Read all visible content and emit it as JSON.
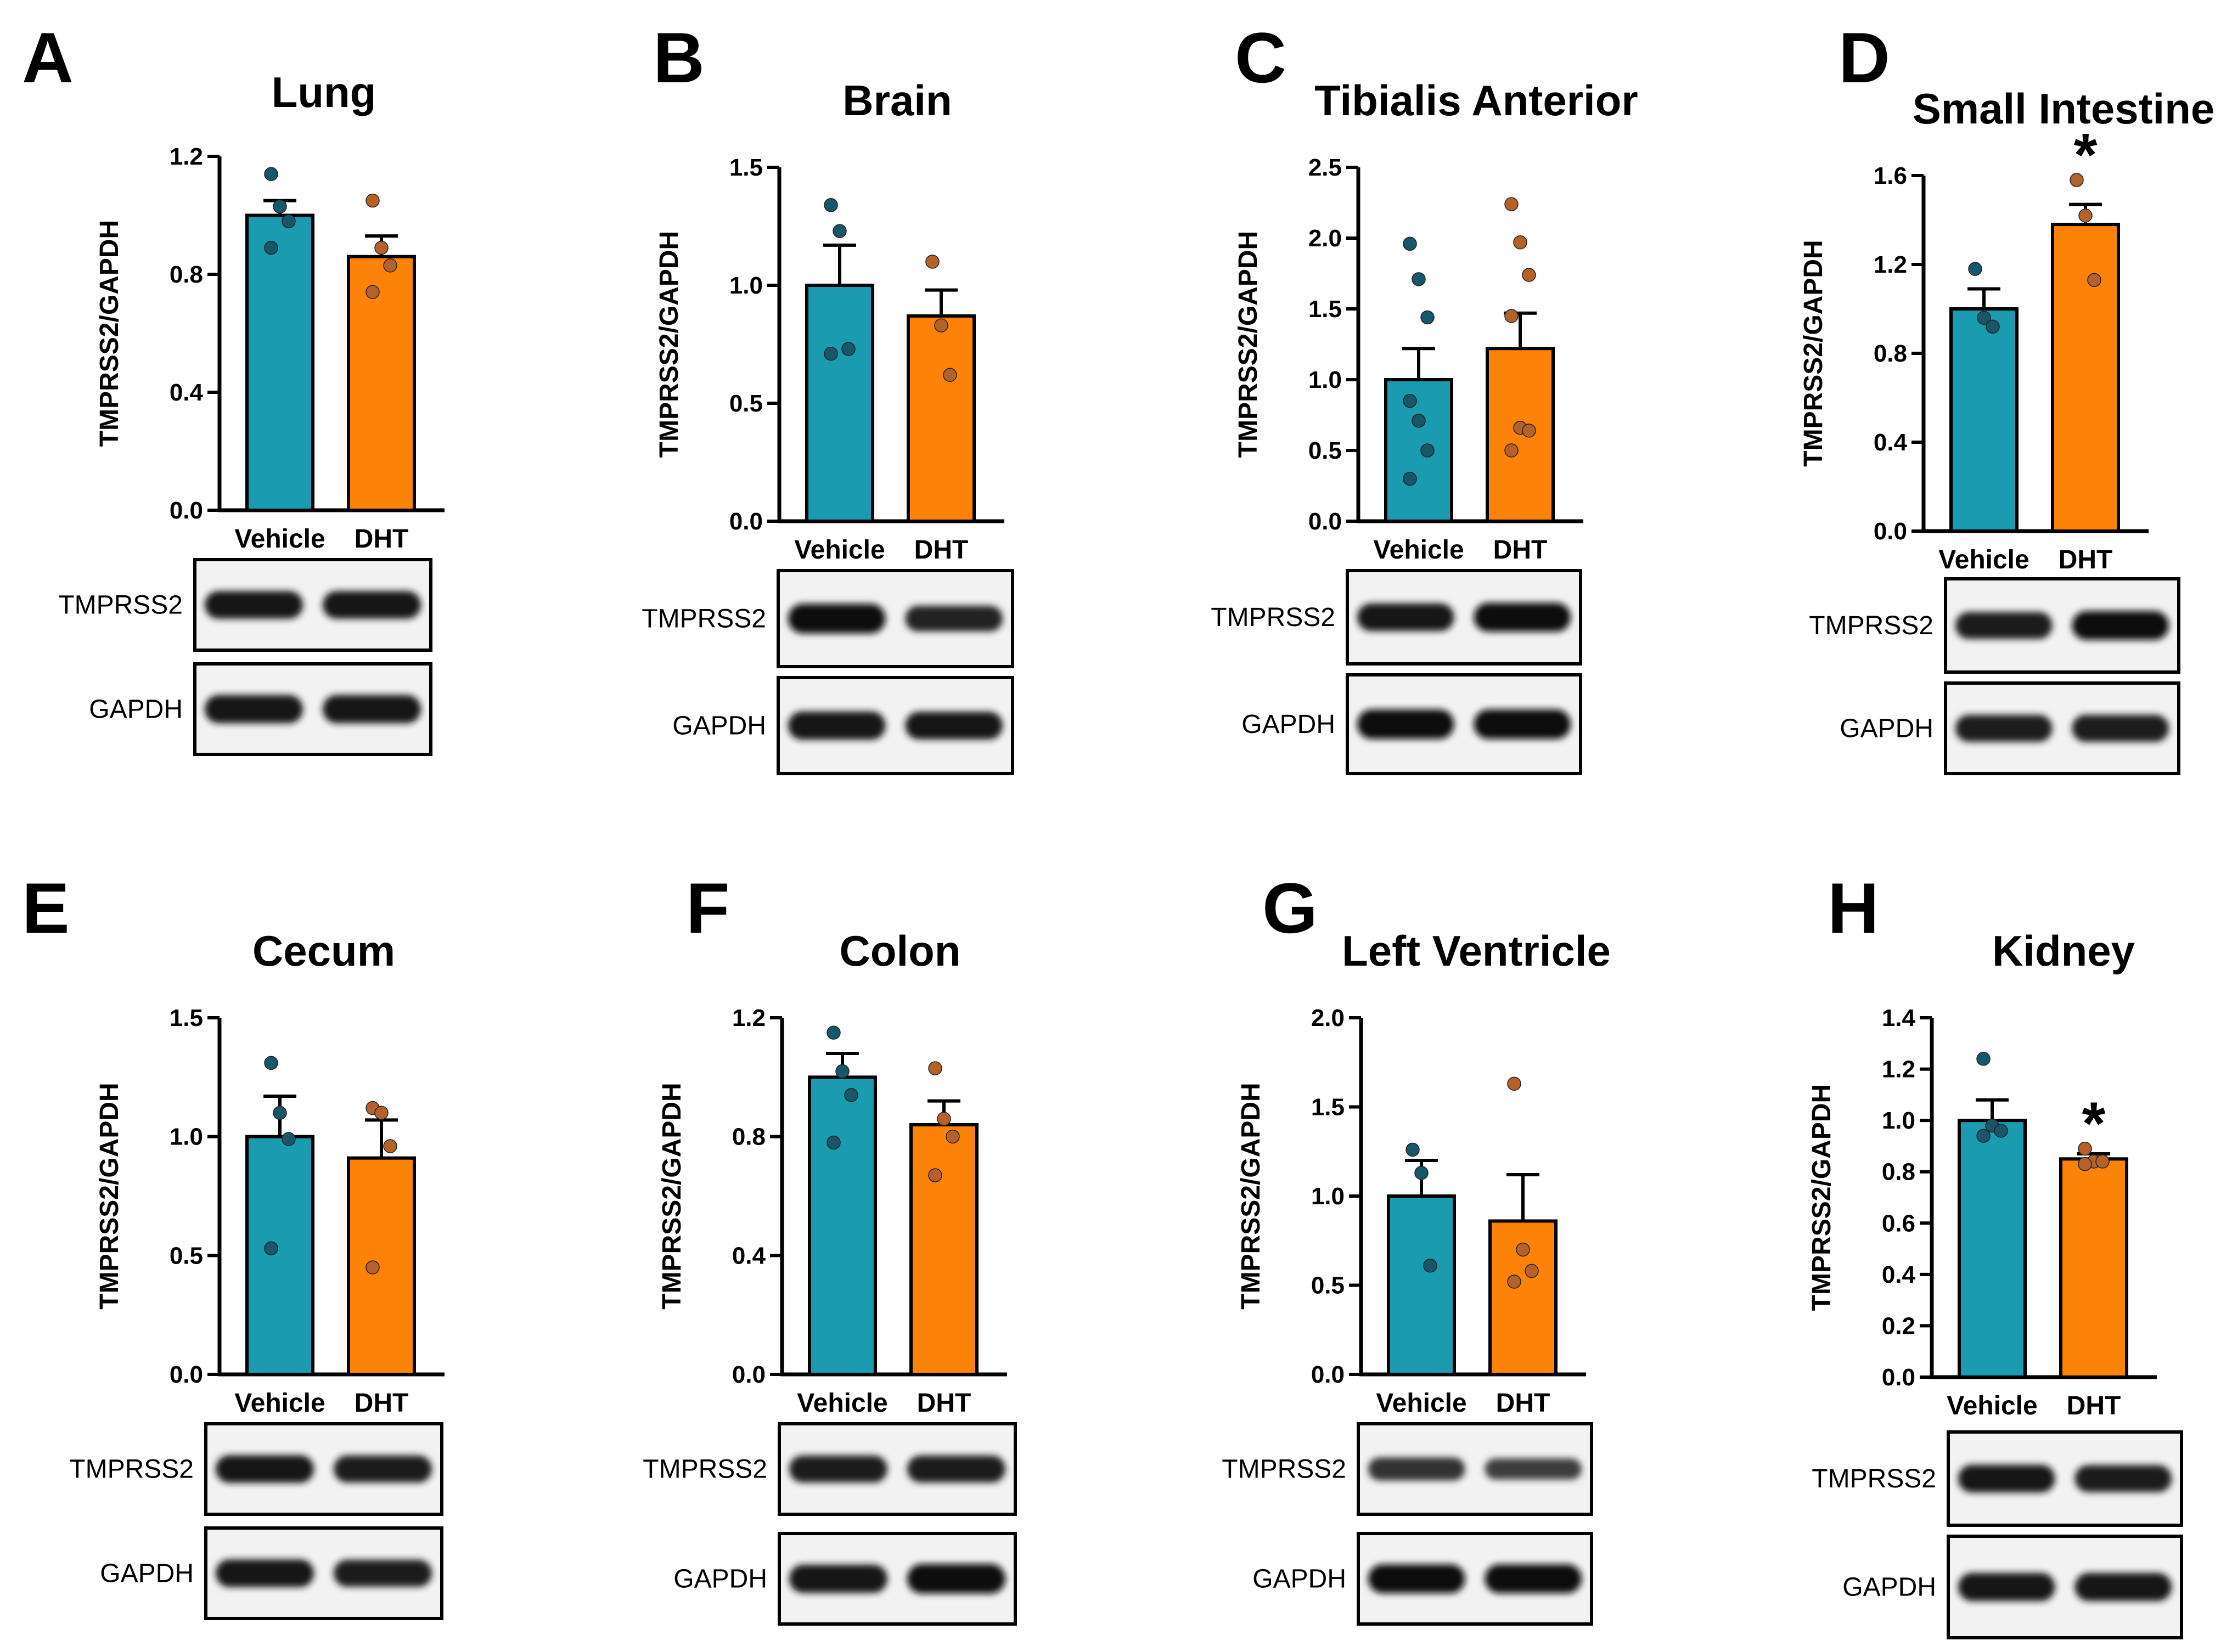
{
  "figure": {
    "y_axis_label": "TMPRSS2/GAPDH",
    "categories": [
      "Vehicle",
      "DHT"
    ],
    "blot_labels": [
      "TMPRSS2",
      "GAPDH"
    ]
  },
  "colors": {
    "vehicle": "#1a9bb0",
    "vehicle_dot": "#18576a",
    "dht": "#fd8208",
    "dht_dot": "#b4622a",
    "axis": "#000000"
  },
  "chart_data": [
    {
      "letter": "A",
      "type": "bar",
      "title": "Lung",
      "categories": [
        "Vehicle",
        "DHT"
      ],
      "ylabel": "TMPRSS2/GAPDH",
      "ylim": [
        0,
        1.2
      ],
      "yticks": [
        0.0,
        0.4,
        0.8,
        1.2
      ],
      "ytick_labels": [
        "0.0",
        "0.4",
        "0.8",
        "1.2"
      ],
      "values": [
        1.0,
        0.86
      ],
      "sem": [
        0.05,
        0.07
      ],
      "points": [
        [
          1.14,
          1.03,
          0.98,
          0.89
        ],
        [
          1.05,
          0.89,
          0.83,
          0.74
        ]
      ],
      "significance": [
        "",
        ""
      ],
      "blot_intensity": [
        [
          0.85,
          0.85
        ],
        [
          0.9,
          0.9
        ]
      ]
    },
    {
      "letter": "B",
      "type": "bar",
      "title": "Brain",
      "categories": [
        "Vehicle",
        "DHT"
      ],
      "ylabel": "TMPRSS2/GAPDH",
      "ylim": [
        0,
        1.5
      ],
      "yticks": [
        0.0,
        0.5,
        1.0,
        1.5
      ],
      "ytick_labels": [
        "0.0",
        "0.5",
        "1.0",
        "1.5"
      ],
      "values": [
        1.0,
        0.87
      ],
      "sem": [
        0.17,
        0.11
      ],
      "points": [
        [
          1.34,
          1.23,
          0.73,
          0.71
        ],
        [
          1.1,
          0.83,
          0.62
        ]
      ],
      "significance": [
        "",
        ""
      ],
      "blot_intensity": [
        [
          1.0,
          0.7
        ],
        [
          0.9,
          0.85
        ]
      ]
    },
    {
      "letter": "C",
      "type": "bar",
      "title": "Tibialis Anterior",
      "categories": [
        "Vehicle",
        "DHT"
      ],
      "ylabel": "TMPRSS2/GAPDH",
      "ylim": [
        0,
        2.5
      ],
      "yticks": [
        0.0,
        0.5,
        1.0,
        1.5,
        2.0,
        2.5
      ],
      "ytick_labels": [
        "0.0",
        "0.5",
        "1.0",
        "1.5",
        "2.0",
        "2.5"
      ],
      "values": [
        1.0,
        1.22
      ],
      "sem": [
        0.22,
        0.25
      ],
      "points": [
        [
          1.96,
          1.71,
          1.44,
          0.85,
          0.71,
          0.5,
          0.3
        ],
        [
          2.24,
          1.97,
          1.74,
          1.45,
          0.66,
          0.64,
          0.5
        ]
      ],
      "significance": [
        "",
        ""
      ],
      "blot_intensity": [
        [
          0.85,
          0.95
        ],
        [
          1.0,
          1.0
        ]
      ]
    },
    {
      "letter": "D",
      "type": "bar",
      "title": "Small Intestine",
      "categories": [
        "Vehicle",
        "DHT"
      ],
      "ylabel": "TMPRSS2/GAPDH",
      "ylim": [
        0,
        1.6
      ],
      "yticks": [
        0.0,
        0.4,
        0.8,
        1.2,
        1.6
      ],
      "ytick_labels": [
        "0.0",
        "0.4",
        "0.8",
        "1.2",
        "1.6"
      ],
      "values": [
        1.0,
        1.38
      ],
      "sem": [
        0.09,
        0.09
      ],
      "points": [
        [
          1.18,
          0.96,
          0.92
        ],
        [
          1.58,
          1.42,
          1.13
        ]
      ],
      "significance": [
        "",
        "*"
      ],
      "blot_intensity": [
        [
          0.8,
          0.95
        ],
        [
          0.8,
          0.8
        ]
      ]
    },
    {
      "letter": "E",
      "type": "bar",
      "title": "Cecum",
      "categories": [
        "Vehicle",
        "DHT"
      ],
      "ylabel": "TMPRSS2/GAPDH",
      "ylim": [
        0,
        1.5
      ],
      "yticks": [
        0.0,
        0.5,
        1.0,
        1.5
      ],
      "ytick_labels": [
        "0.0",
        "0.5",
        "1.0",
        "1.5"
      ],
      "values": [
        1.0,
        0.91
      ],
      "sem": [
        0.17,
        0.16
      ],
      "points": [
        [
          1.31,
          1.1,
          0.99,
          0.53
        ],
        [
          1.12,
          1.1,
          0.96,
          0.45
        ]
      ],
      "significance": [
        "",
        ""
      ],
      "blot_intensity": [
        [
          0.85,
          0.8
        ],
        [
          0.85,
          0.8
        ]
      ]
    },
    {
      "letter": "F",
      "type": "bar",
      "title": "Colon",
      "categories": [
        "Vehicle",
        "DHT"
      ],
      "ylabel": "TMPRSS2/GAPDH",
      "ylim": [
        0,
        1.2
      ],
      "yticks": [
        0.0,
        0.4,
        0.8,
        1.2
      ],
      "ytick_labels": [
        "0.0",
        "0.4",
        "0.8",
        "1.2"
      ],
      "values": [
        1.0,
        0.84
      ],
      "sem": [
        0.08,
        0.08
      ],
      "points": [
        [
          1.15,
          1.02,
          0.94,
          0.78
        ],
        [
          1.03,
          0.86,
          0.8,
          0.67
        ]
      ],
      "significance": [
        "",
        ""
      ],
      "blot_intensity": [
        [
          0.8,
          0.8
        ],
        [
          0.9,
          1.0
        ]
      ]
    },
    {
      "letter": "G",
      "type": "bar",
      "title": "Left Ventricle",
      "categories": [
        "Vehicle",
        "DHT"
      ],
      "ylabel": "TMPRSS2/GAPDH",
      "ylim": [
        0,
        2.0
      ],
      "yticks": [
        0.0,
        0.5,
        1.0,
        1.5,
        2.0
      ],
      "ytick_labels": [
        "0.0",
        "0.5",
        "1.0",
        "1.5",
        "2.0"
      ],
      "values": [
        1.0,
        0.86
      ],
      "sem": [
        0.2,
        0.26
      ],
      "points": [
        [
          1.26,
          1.13,
          0.61
        ],
        [
          1.63,
          0.7,
          0.58,
          0.52
        ]
      ],
      "significance": [
        "",
        ""
      ],
      "blot_intensity": [
        [
          0.5,
          0.35
        ],
        [
          0.95,
          0.95
        ]
      ]
    },
    {
      "letter": "H",
      "type": "bar",
      "title": "Kidney",
      "categories": [
        "Vehicle",
        "DHT"
      ],
      "ylabel": "TMPRSS2/GAPDH",
      "ylim": [
        0,
        1.4
      ],
      "yticks": [
        0.0,
        0.2,
        0.4,
        0.6,
        0.8,
        1.0,
        1.2,
        1.4
      ],
      "ytick_labels": [
        "0.0",
        "0.2",
        "0.4",
        "0.6",
        "0.8",
        "1.0",
        "1.2",
        "1.4"
      ],
      "values": [
        1.0,
        0.85
      ],
      "sem": [
        0.08,
        0.02
      ],
      "points": [
        [
          1.24,
          0.98,
          0.96,
          0.94
        ],
        [
          0.89,
          0.84,
          0.84,
          0.83
        ]
      ],
      "significance": [
        "",
        "*"
      ],
      "blot_intensity": [
        [
          0.85,
          0.8
        ],
        [
          0.9,
          0.9
        ]
      ]
    }
  ]
}
